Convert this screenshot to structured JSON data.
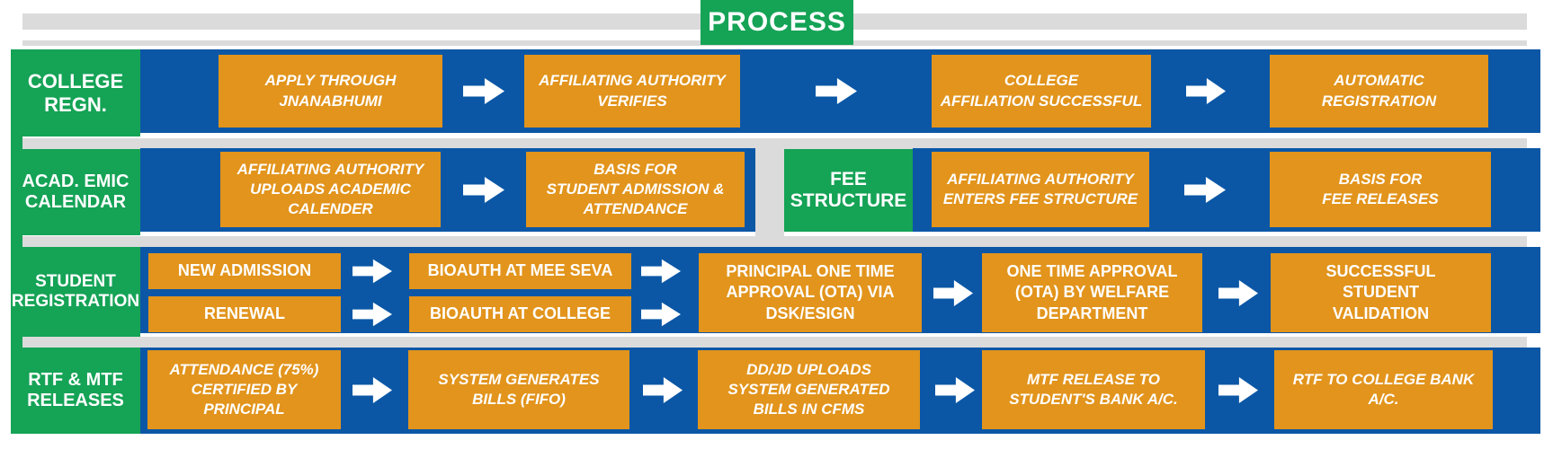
{
  "title": "PROCESS",
  "colors": {
    "green": "#15A356",
    "blue": "#0B57A6",
    "orange": "#E2941C",
    "gray": "#DBDBDB",
    "text": "#FFFFFF"
  },
  "rows": {
    "college": {
      "label": "COLLEGE\nREGN.",
      "steps": [
        "APPLY THROUGH\nJNANABHUMI",
        "AFFILIATING AUTHORITY\nVERIFIES",
        "COLLEGE\nAFFILIATION SUCCESSFUL",
        "AUTOMATIC\nREGISTRATION"
      ]
    },
    "academic": {
      "label": "ACAD. EMIC\nCALENDAR",
      "steps": [
        "AFFILIATING AUTHORITY\nUPLOADS ACADEMIC\nCALENDER",
        "BASIS FOR\nSTUDENT ADMISSION &\nATTENDANCE"
      ]
    },
    "fee": {
      "label": "FEE\nSTRUCTURE",
      "steps": [
        "AFFILIATING AUTHORITY\nENTERS FEE STRUCTURE",
        "BASIS FOR\nFEE RELEASES"
      ]
    },
    "student": {
      "label": "STUDENT\nREGISTRATION",
      "track_new": [
        "NEW ADMISSION",
        "BIOAUTH AT MEE SEVA"
      ],
      "track_renewal": [
        "RENEWAL",
        "BIOAUTH AT COLLEGE"
      ],
      "merged_steps": [
        "PRINCIPAL ONE TIME\nAPPROVAL (OTA) VIA\nDSK/ESIGN",
        "ONE TIME APPROVAL\n(OTA) BY WELFARE\nDEPARTMENT",
        "SUCCESSFUL\nSTUDENT\nVALIDATION"
      ]
    },
    "rtf": {
      "label": "RTF & MTF\nRELEASES",
      "steps": [
        "ATTENDANCE (75%)\nCERTIFIED BY\nPRINCIPAL",
        "SYSTEM GENERATES\nBILLS (FIFO)",
        "DD/JD UPLOADS\nSYSTEM GENERATED\nBILLS IN CFMS",
        "MTF  RELEASE TO\nSTUDENT'S BANK A/C.",
        "RTF TO COLLEGE BANK\nA/C."
      ]
    }
  }
}
